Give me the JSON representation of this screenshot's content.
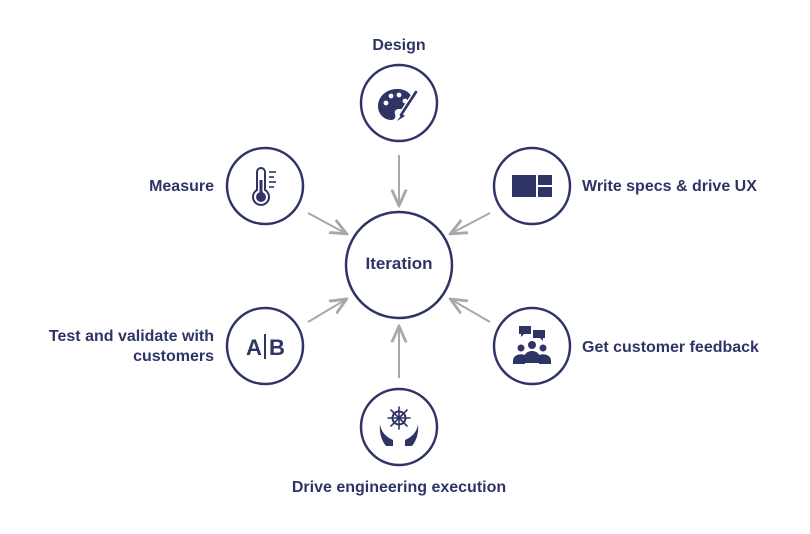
{
  "center": {
    "label": "Iteration"
  },
  "nodes": {
    "design": {
      "label": "Design",
      "icon": "palette-brush-icon"
    },
    "write_specs": {
      "label": "Write specs & drive UX",
      "icon": "layout-grid-icon"
    },
    "feedback": {
      "label": "Get customer feedback",
      "icon": "group-chat-icon"
    },
    "engineering": {
      "label": "Drive engineering execution",
      "icon": "ship-wheel-hands-icon"
    },
    "test": {
      "label_line1": "Test and validate with",
      "label_line2": "customers",
      "icon": "ab-test-icon"
    },
    "measure": {
      "label": "Measure",
      "icon": "thermometer-icon"
    }
  },
  "ab_icon": {
    "a": "A",
    "b": "B"
  },
  "colors": {
    "primary": "#2e3566",
    "circle_stroke": "#2e3566",
    "arrow": "#a8a8a8",
    "background": "#ffffff"
  }
}
